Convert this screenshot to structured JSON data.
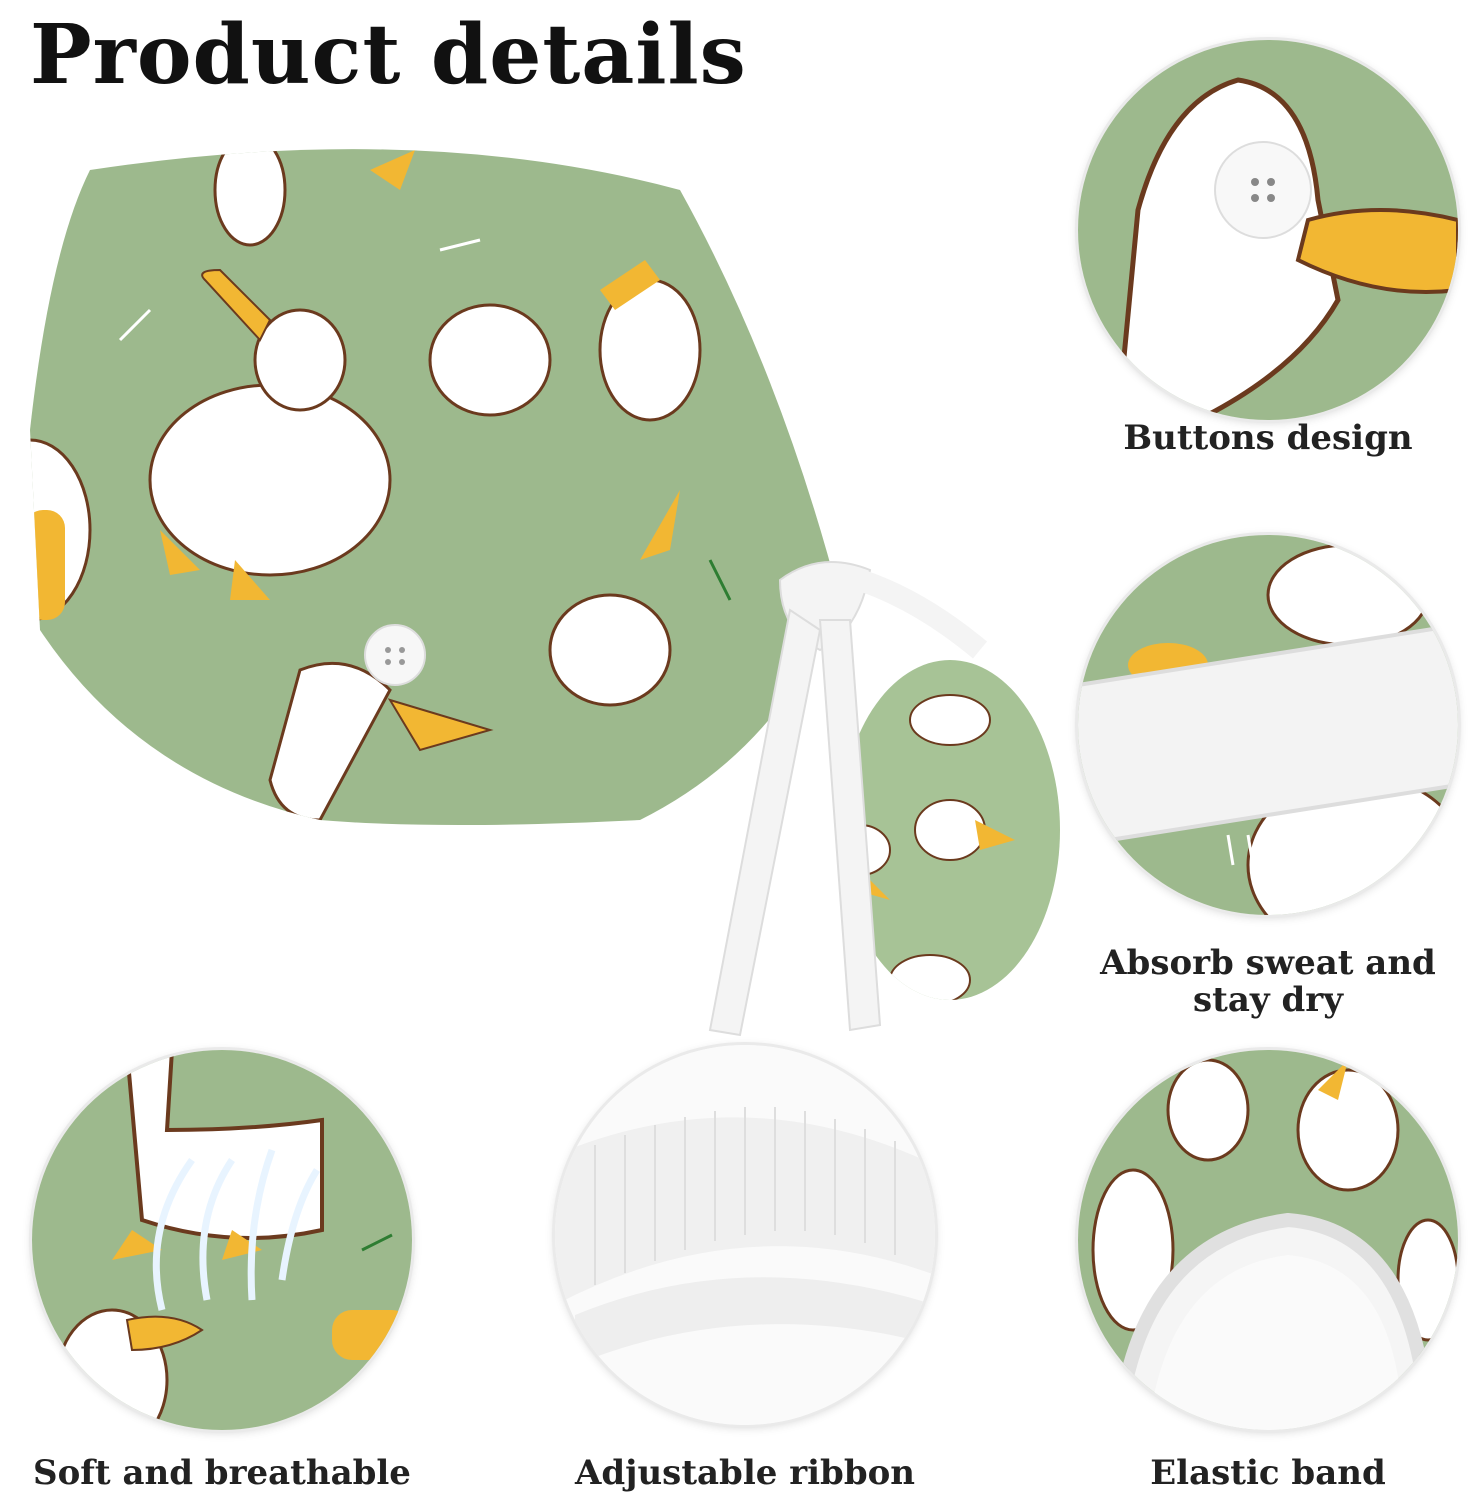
{
  "header": {
    "title": "Product details"
  },
  "features": {
    "buttons": "Buttons design",
    "absorb": "Absorb sweat and stay dry",
    "soft": "Soft and breathable",
    "ribbon": "Adjustable ribbon",
    "elastic": "Elastic band"
  },
  "colors": {
    "fabric": "#9db98d",
    "duck": "#ffffff",
    "beak": "#f2b733",
    "outline": "#6b3a1e",
    "ribbon": "#f4f4f4"
  }
}
